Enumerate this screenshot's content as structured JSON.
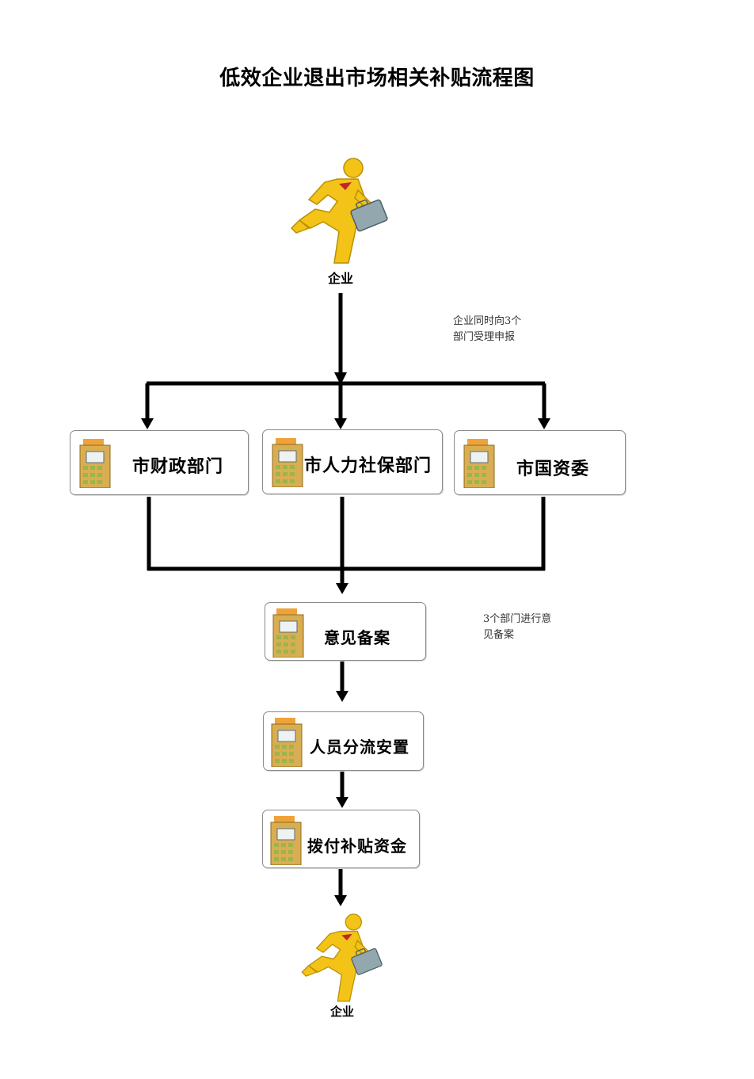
{
  "title": "低效企业退出市场相关补贴流程图",
  "start_actor": {
    "label": "企业"
  },
  "end_actor": {
    "label": "企业"
  },
  "note_apply": {
    "line1": "企业同时向3个",
    "line2": "部门受理申报"
  },
  "note_record": {
    "line1": "3个部门进行意",
    "line2": "见备案"
  },
  "departments": [
    {
      "label": "市财政部门"
    },
    {
      "label": "市人力社保部门"
    },
    {
      "label": "市国资委"
    }
  ],
  "steps": [
    {
      "label": "意见备案"
    },
    {
      "label": "人员分流安置"
    },
    {
      "label": "拨付补贴资金"
    }
  ],
  "colors": {
    "figure": "#f3c317",
    "figure_outline": "#b98f05",
    "tie": "#c0262c",
    "briefcase": "#93a7ae",
    "building": "#d9ae52",
    "roof": "#f0a23a",
    "arrow": "#000000"
  }
}
